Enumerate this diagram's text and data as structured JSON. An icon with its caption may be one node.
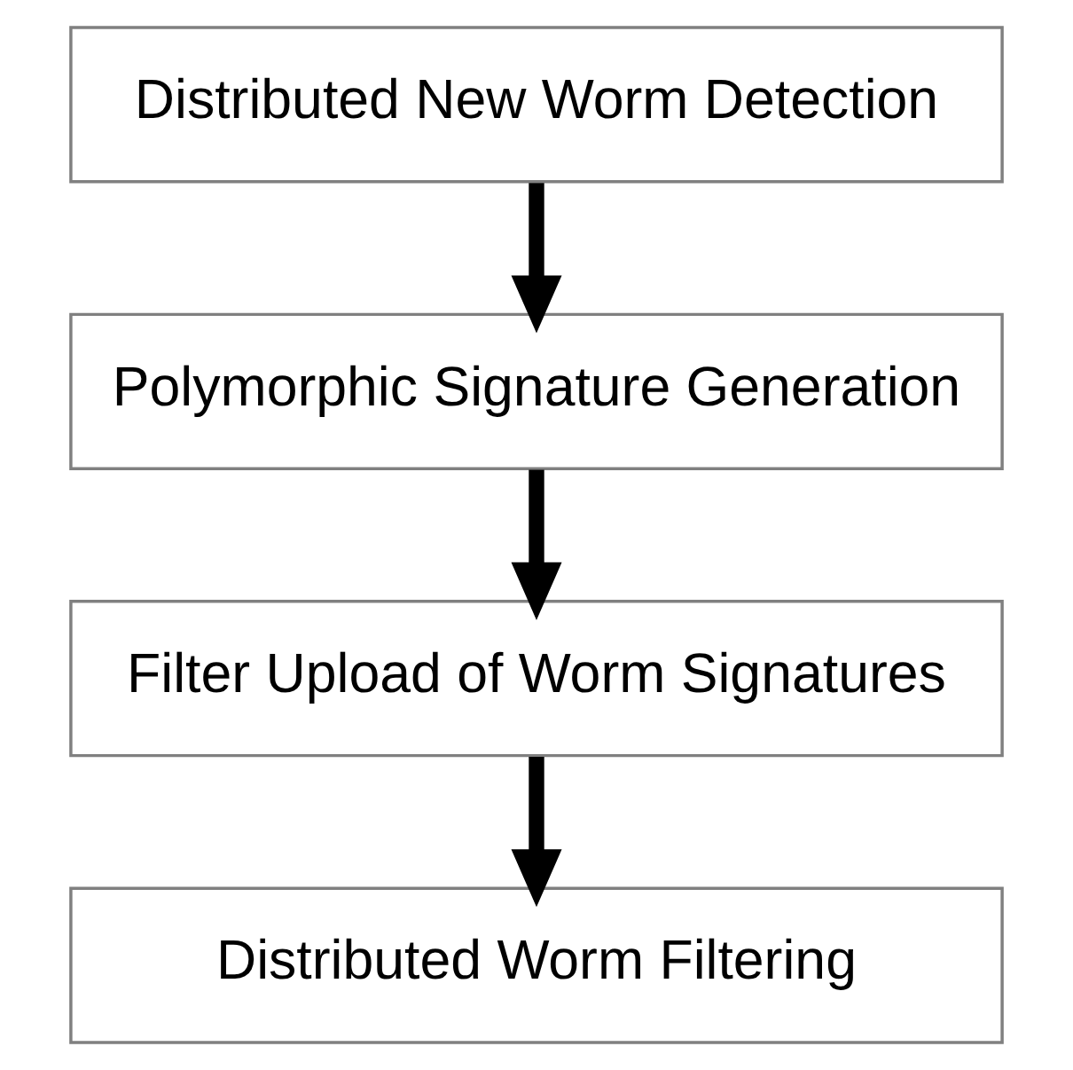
{
  "diagram": {
    "nodes": [
      {
        "text": [
          "Distributed New Worm Detection"
        ]
      },
      {
        "text": [
          "Polymorphic Signature Generation"
        ]
      },
      {
        "text": [
          "Filter Upload of Worm Signatures"
        ]
      },
      {
        "text": [
          "Distributed Worm Filtering"
        ]
      }
    ],
    "edges": [
      {
        "from": 0,
        "to": 1,
        "arrow": "to"
      },
      {
        "from": 1,
        "to": 2,
        "arrow": "to"
      },
      {
        "from": 2,
        "to": 3,
        "arrow": "to"
      }
    ]
  }
}
